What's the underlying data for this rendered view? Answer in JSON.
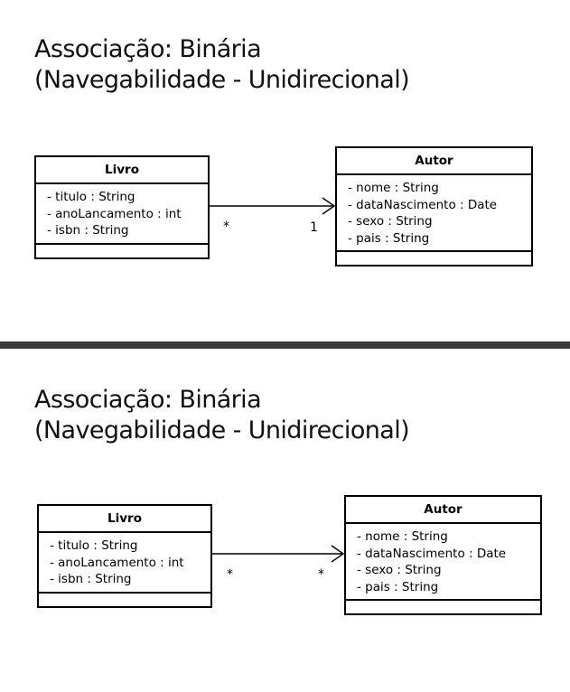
{
  "slides": [
    {
      "title_line1": "Associação: Binária",
      "title_line2": "(Navegabilidade - Unidirecional)",
      "source_class": {
        "name": "Livro",
        "attributes": [
          "- titulo : String",
          "- anoLancamento : int",
          "- isbn : String"
        ]
      },
      "target_class": {
        "name": "Autor",
        "attributes": [
          "- nome : String",
          "- dataNascimento : Date",
          "- sexo : String",
          "- pais : String"
        ]
      },
      "source_multiplicity": "*",
      "target_multiplicity": "1"
    },
    {
      "title_line1": "Associação: Binária",
      "title_line2": "(Navegabilidade - Unidirecional)",
      "source_class": {
        "name": "Livro",
        "attributes": [
          "- titulo : String",
          "- anoLancamento : int",
          "- isbn : String"
        ]
      },
      "target_class": {
        "name": "Autor",
        "attributes": [
          "- nome : String",
          "- dataNascimento : Date",
          "- sexo : String",
          "- pais : String"
        ]
      },
      "source_multiplicity": "*",
      "target_multiplicity": "*"
    }
  ]
}
